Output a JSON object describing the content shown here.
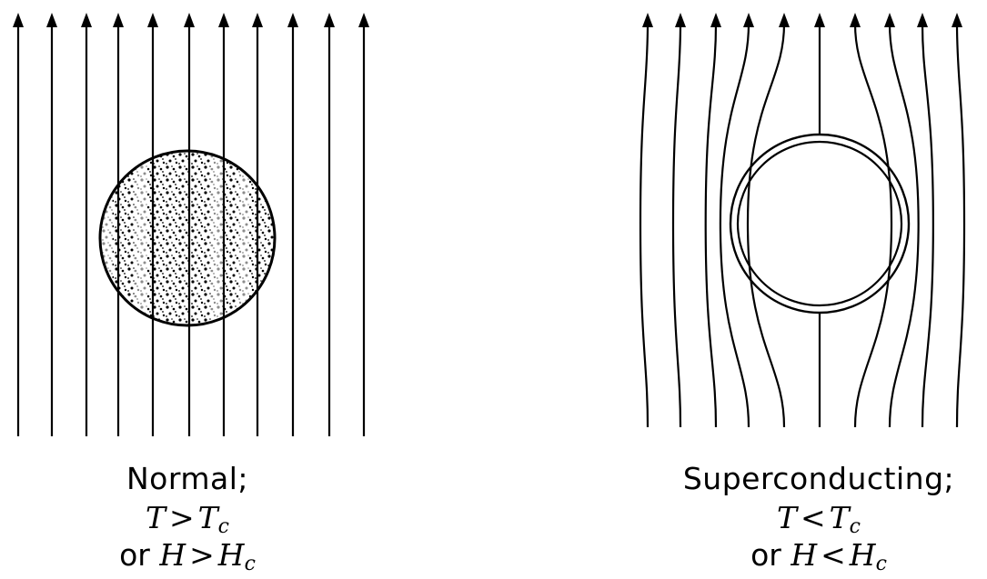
{
  "normal": {
    "state_label": "Normal;",
    "cond1": {
      "var": "T",
      "op": ">",
      "ref": "T",
      "ref_sub": "c"
    },
    "cond2": {
      "prefix": "or",
      "var": "H",
      "op": ">",
      "ref": "H",
      "ref_sub": "c"
    }
  },
  "superconducting": {
    "state_label": "Superconducting;",
    "cond1": {
      "var": "T",
      "op": "<",
      "ref": "T",
      "ref_sub": "c"
    },
    "cond2": {
      "prefix": "or",
      "var": "H",
      "op": "<",
      "ref": "H",
      "ref_sub": "c"
    }
  }
}
